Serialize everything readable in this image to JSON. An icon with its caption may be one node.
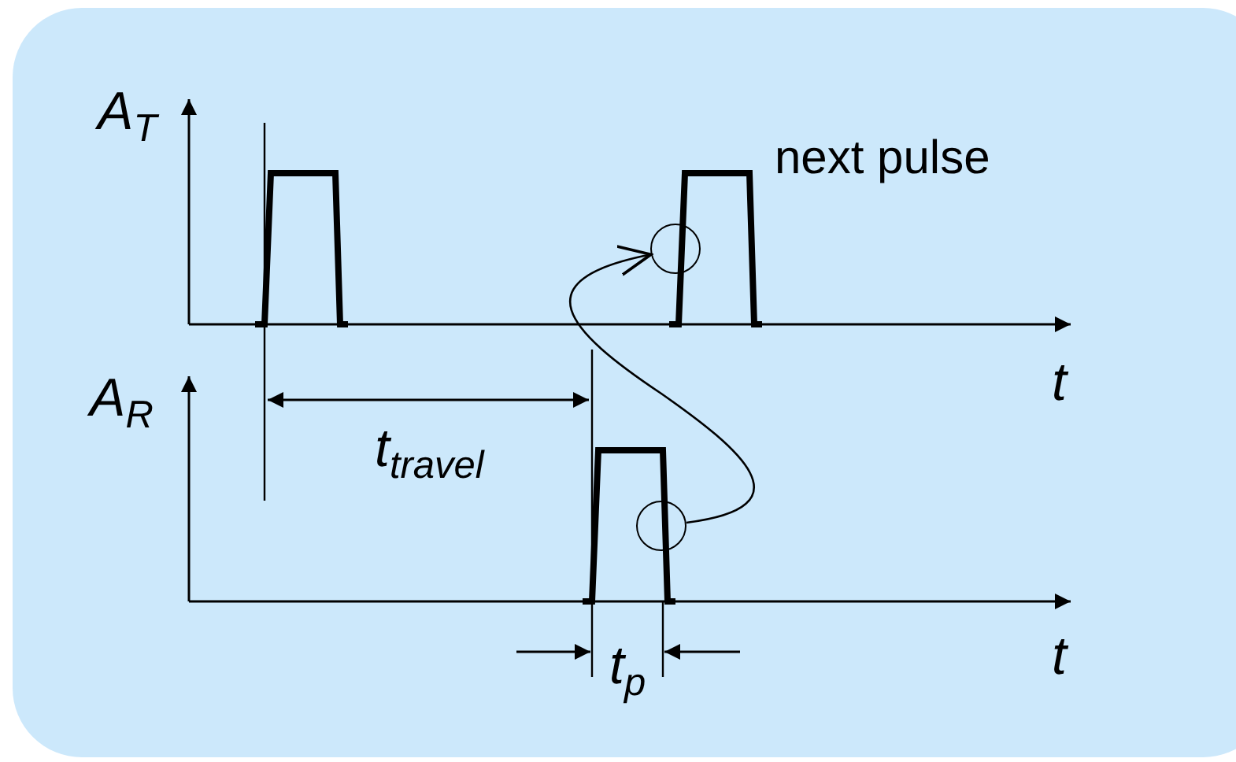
{
  "diagram": {
    "nodes": [
      {
        "text": [],
        "shape": "circle"
      },
      {
        "text": [],
        "shape": "circle"
      }
    ],
    "edges": [
      {
        "from": 1,
        "to": 0,
        "arrow": "to"
      }
    ],
    "labels": [
      "A$_{T}$",
      "next pulse",
      "t",
      "A$_{R}$",
      "t$_{travel}$",
      "t$_{p}$",
      "t"
    ]
  }
}
